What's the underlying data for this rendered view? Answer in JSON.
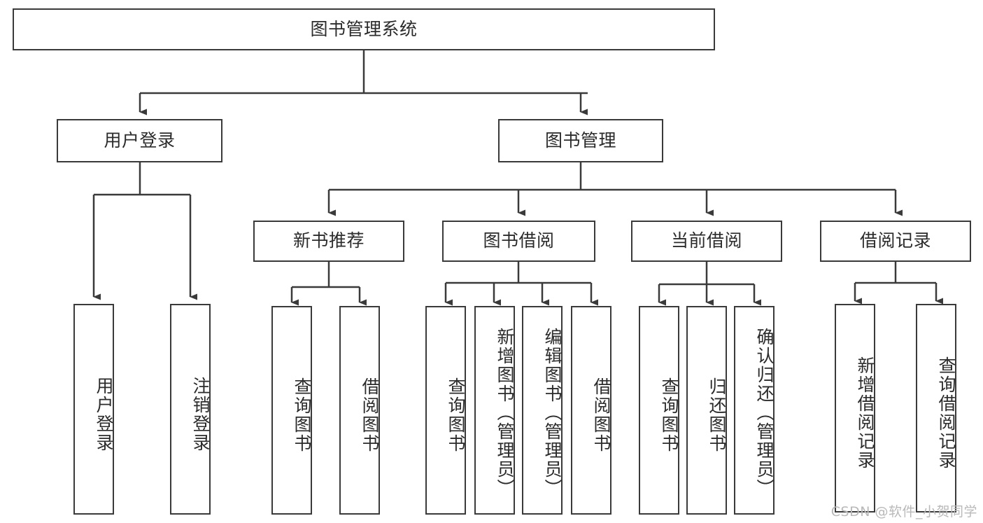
{
  "diagram": {
    "type": "tree",
    "title": "图书管理系统",
    "watermark": "CSDN @软件_小贺同学",
    "colors": {
      "box_border": "#3a3a3a",
      "box_fill": "#ffffff",
      "connector": "#3a3a3a",
      "text": "#2b2b2b",
      "watermark": "#b9b9b9",
      "background": "#ffffff"
    },
    "root": {
      "label": "图书管理系统"
    },
    "level2": [
      {
        "label": "用户登录"
      },
      {
        "label": "图书管理"
      }
    ],
    "level3": [
      {
        "label": "新书推荐"
      },
      {
        "label": "图书借阅"
      },
      {
        "label": "当前借阅"
      },
      {
        "label": "借阅记录"
      }
    ],
    "leaves": {
      "user_login": [
        {
          "label": "用户登录"
        },
        {
          "label": "注销登录"
        }
      ],
      "new_book_recommend": [
        {
          "label": "查询图书"
        },
        {
          "label": "借阅图书"
        }
      ],
      "book_borrow": [
        {
          "label": "查询图书"
        },
        {
          "label": "新增图书（管理员）"
        },
        {
          "label": "编辑图书（管理员）"
        },
        {
          "label": "借阅图书"
        }
      ],
      "current_borrow": [
        {
          "label": "查询图书"
        },
        {
          "label": "归还图书"
        },
        {
          "label": "确认归还（管理员）"
        }
      ],
      "borrow_record": [
        {
          "label": "新增借阅记录"
        },
        {
          "label": "查询借阅记录"
        }
      ]
    }
  }
}
